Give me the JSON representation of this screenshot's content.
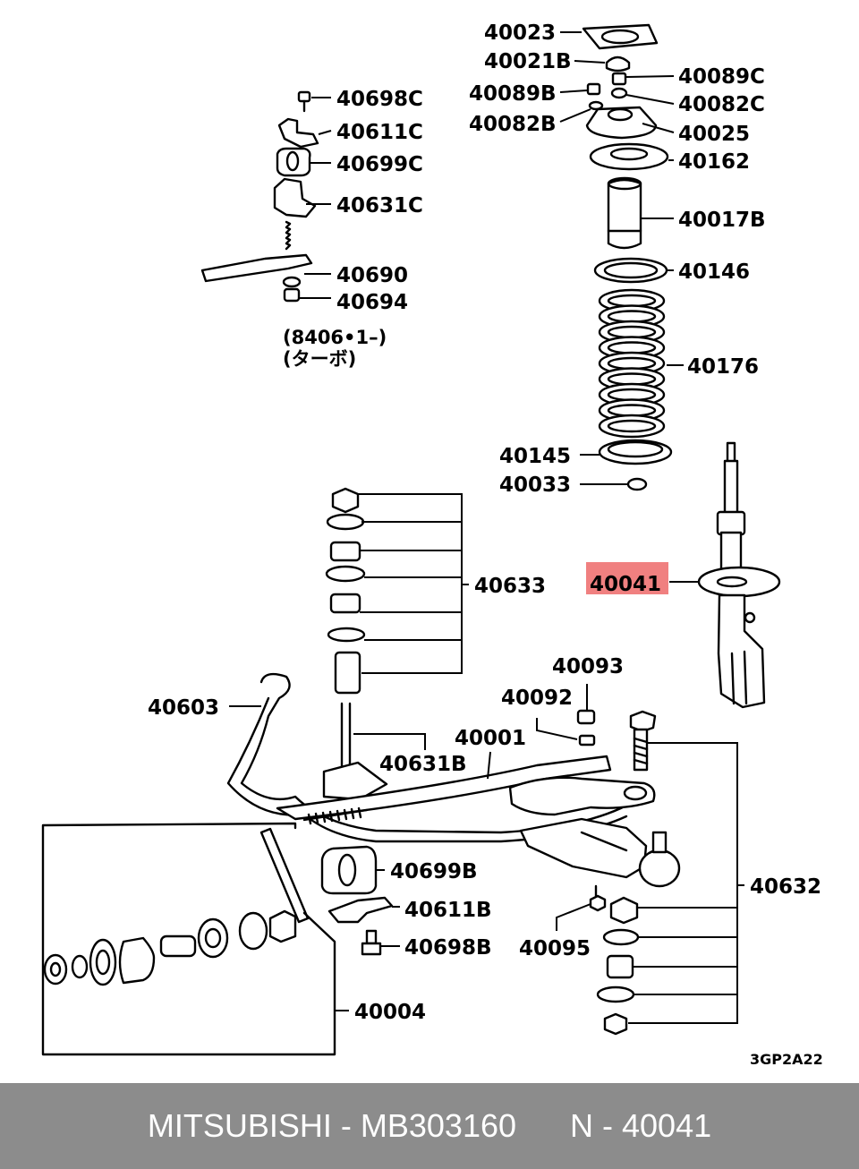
{
  "diagram": {
    "labels": {
      "p40023": "40023",
      "p40021B": "40021B",
      "p40089C": "40089C",
      "p40089B": "40089B",
      "p40082C": "40082C",
      "p40082B": "40082B",
      "p40025": "40025",
      "p40162": "40162",
      "p40017B": "40017B",
      "p40146": "40146",
      "p40176": "40176",
      "p40145": "40145",
      "p40033": "40033",
      "p40041": "40041",
      "p40698C": "40698C",
      "p40611C": "40611C",
      "p40699C": "40699C",
      "p40631C": "40631C",
      "p40690": "40690",
      "p40694": "40694",
      "p40633": "40633",
      "p40603": "40603",
      "p40093": "40093",
      "p40092": "40092",
      "p40001": "40001",
      "p40631B": "40631B",
      "p40699B": "40699B",
      "p40611B": "40611B",
      "p40698B": "40698B",
      "p40095": "40095",
      "p40632": "40632",
      "p40004": "40004"
    },
    "notes": {
      "date_note": "(8406•1–)",
      "turbo_note": "(ターボ)"
    },
    "diagram_code": "3GP2A22",
    "highlight_color": "#f08080"
  },
  "footer": {
    "text": "MITSUBISHI - MB303160      N - 40041"
  }
}
